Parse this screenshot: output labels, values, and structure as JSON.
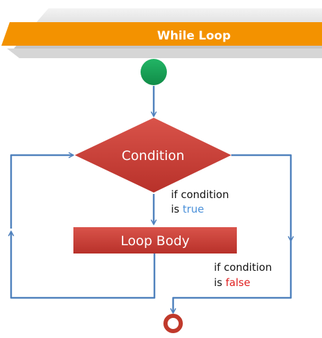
{
  "diagram": {
    "title": "While Loop",
    "nodes": {
      "condition": "Condition",
      "loop_body": "Loop Body"
    },
    "labels": {
      "true_branch": {
        "line1": "if condition",
        "line2_prefix": "is ",
        "line2_keyword": "true"
      },
      "false_branch": {
        "line1": "if condition",
        "line2_prefix": "is ",
        "line2_keyword": "false"
      }
    }
  },
  "colors": {
    "banner_orange": "#F39200",
    "banner_shadow": "#C9C9C9",
    "start_green": "#1A9E57",
    "node_red": "#C0392B",
    "arrow_blue": "#4F81BD",
    "true_text": "#4A90D9",
    "false_text": "#E02020"
  }
}
